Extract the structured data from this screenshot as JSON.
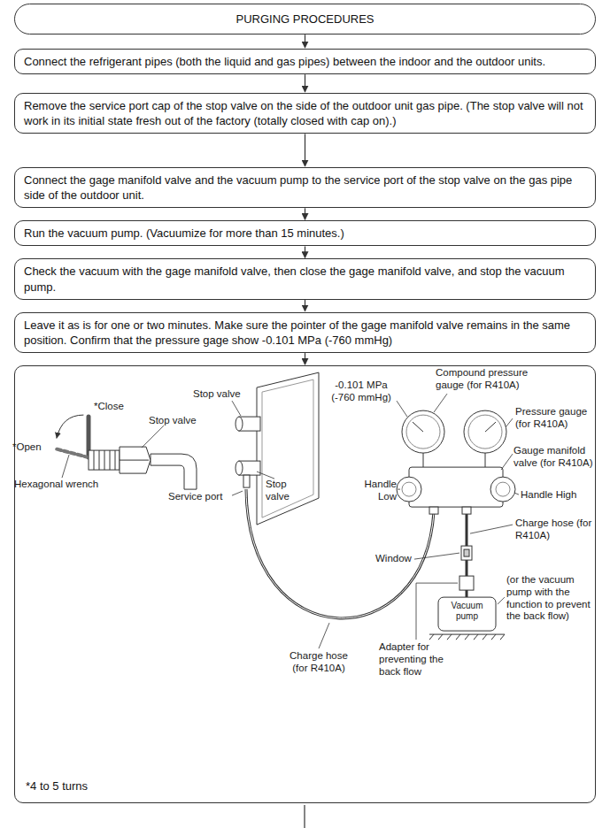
{
  "diagram": {
    "nodes": [
      {
        "text": [
          "PURGING PROCEDURES"
        ]
      },
      {
        "text": [
          "Connect the refrigerant pipes (both the liquid and gas pipes) between the indoor and the outdoor units."
        ]
      },
      {
        "text": [
          "Remove the service port cap of the stop valve on the side of the outdoor unit gas pipe. (The stop valve will not work in its initial state fresh out of the factory (totally closed with cap on).)"
        ]
      },
      {
        "text": [
          "Connect the gage manifold valve and the vacuum pump to the service port of the stop valve on the gas pipe side of the outdoor unit."
        ]
      },
      {
        "text": [
          "Run the vacuum pump. (Vacuumize for more than 15 minutes.)"
        ]
      },
      {
        "text": [
          "Check the vacuum with the gage manifold valve, then close the gage manifold valve, and stop the vacuum pump."
        ]
      },
      {
        "text": [
          "Leave it as is for one or two minutes. Make sure the pointer of the gage manifold valve remains in the same position. Confirm that the pressure gage show -0.101 MPa (-760 mmHg)"
        ]
      },
      {
        "text": [
          "*4 to 5 turns"
        ]
      }
    ],
    "edges": [
      {
        "from": 0,
        "to": 1,
        "arrow": "to"
      },
      {
        "from": 1,
        "to": 2,
        "arrow": "to"
      },
      {
        "from": 2,
        "to": 3,
        "arrow": "to"
      },
      {
        "from": 3,
        "to": 4,
        "arrow": "to"
      },
      {
        "from": 4,
        "to": 5,
        "arrow": "to"
      },
      {
        "from": 5,
        "to": 6,
        "arrow": "to"
      },
      {
        "from": 6,
        "to": 7,
        "arrow": "to"
      }
    ],
    "labels": [
      "*Close",
      "*Open",
      "Hexagonal wrench",
      "Stop valve",
      "Stop valve",
      "-0.101 MPa (-760 mmHg)",
      "Compound pressure gauge (for R410A)",
      "Pressure gauge (for R410A)",
      "Gauge manifold valve (for R410A)",
      "Handle Low",
      "Handle High",
      "Charge hose (for R410A)",
      "Stop valve",
      "Service port",
      "Window",
      "Vacuum pump",
      "(or the vacuum pump with the function to prevent the back flow)",
      "Adapter for preventing the back flow",
      "Charge hose (for R410A)"
    ]
  }
}
